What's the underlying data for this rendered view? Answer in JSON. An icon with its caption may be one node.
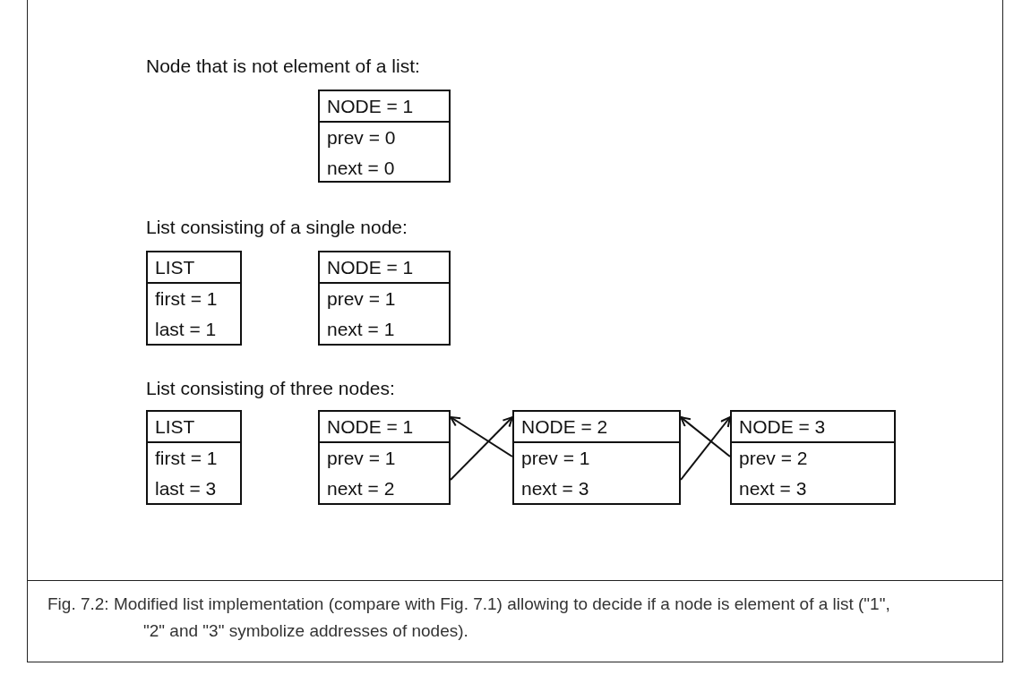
{
  "diagram": {
    "caption": "Fig. 7.2: Modified list implementation (compare with Fig. 7.1) allowing to decide if a node is element of a list (\"1\", \"2\" and \"3\" symbolize addresses of nodes).",
    "nodes": [
      {
        "text": [
          "NODE = 1",
          "prev = 0",
          "next = 0"
        ]
      },
      {
        "text": [
          "LIST",
          "first = 1",
          "last = 1"
        ]
      },
      {
        "text": [
          "NODE = 1",
          "prev = 1",
          "next = 1"
        ]
      },
      {
        "text": [
          "LIST",
          "first = 1",
          "last = 3"
        ]
      },
      {
        "text": [
          "NODE = 1",
          "prev = 1",
          "next = 2"
        ]
      },
      {
        "text": [
          "NODE = 2",
          "prev = 1",
          "next = 3"
        ]
      },
      {
        "text": [
          "NODE = 3",
          "prev = 2",
          "next = 3"
        ]
      }
    ],
    "edges": [
      {
        "from": 4,
        "to": 5,
        "arrow": "to"
      },
      {
        "from": 5,
        "to": 4,
        "arrow": "to"
      },
      {
        "from": 5,
        "to": 6,
        "arrow": "to"
      },
      {
        "from": 6,
        "to": 5,
        "arrow": "to"
      }
    ],
    "labels": [
      "Node that is not element of a list:",
      "List consisting of a single node:",
      "List consisting of three nodes:"
    ]
  }
}
